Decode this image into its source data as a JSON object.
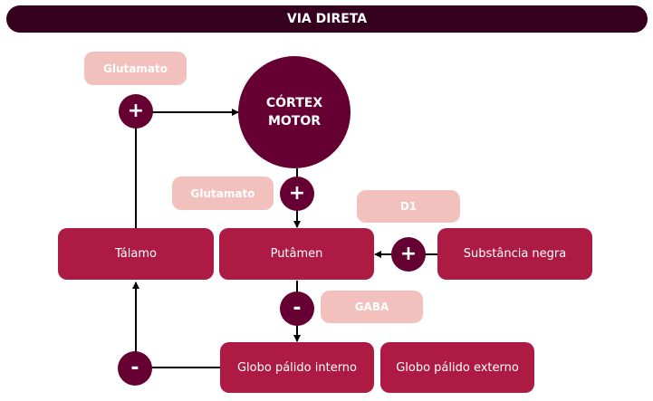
{
  "title": "VIA DIRETA",
  "colors": {
    "header": "#34001d",
    "node_dark": "#660033",
    "box": "#ad1a44",
    "label": "#f2c0bd",
    "text": "#ffffff",
    "arrow": "#000000"
  },
  "nodes": {
    "cortex": {
      "line1": "CÓRTEX",
      "line2": "MOTOR"
    },
    "talamo": "Tálamo",
    "putamen": "Putâmen",
    "substancia_negra": "Substância negra",
    "globo_interno": "Globo pálido interno",
    "globo_externo": "Globo pálido externo"
  },
  "neurotransmitters": {
    "glutamato_talamo": "Glutamato",
    "glutamato_cortex": "Glutamato",
    "d1": "D1",
    "gaba": "GABA"
  },
  "signs": {
    "talamo_to_cortex": "+",
    "cortex_to_putamen": "+",
    "substancia_to_putamen": "+",
    "putamen_to_globo": "-",
    "globo_to_talamo": "-"
  },
  "connections": [
    {
      "from": "Tálamo",
      "to": "CÓRTEX MOTOR",
      "effect": "+",
      "neurotransmitter": "Glutamato"
    },
    {
      "from": "CÓRTEX MOTOR",
      "to": "Putâmen",
      "effect": "+",
      "neurotransmitter": "Glutamato"
    },
    {
      "from": "Substância negra",
      "to": "Putâmen",
      "effect": "+",
      "neurotransmitter": "D1"
    },
    {
      "from": "Putâmen",
      "to": "Globo pálido interno",
      "effect": "-",
      "neurotransmitter": "GABA"
    },
    {
      "from": "Globo pálido interno",
      "to": "Tálamo",
      "effect": "-"
    }
  ]
}
